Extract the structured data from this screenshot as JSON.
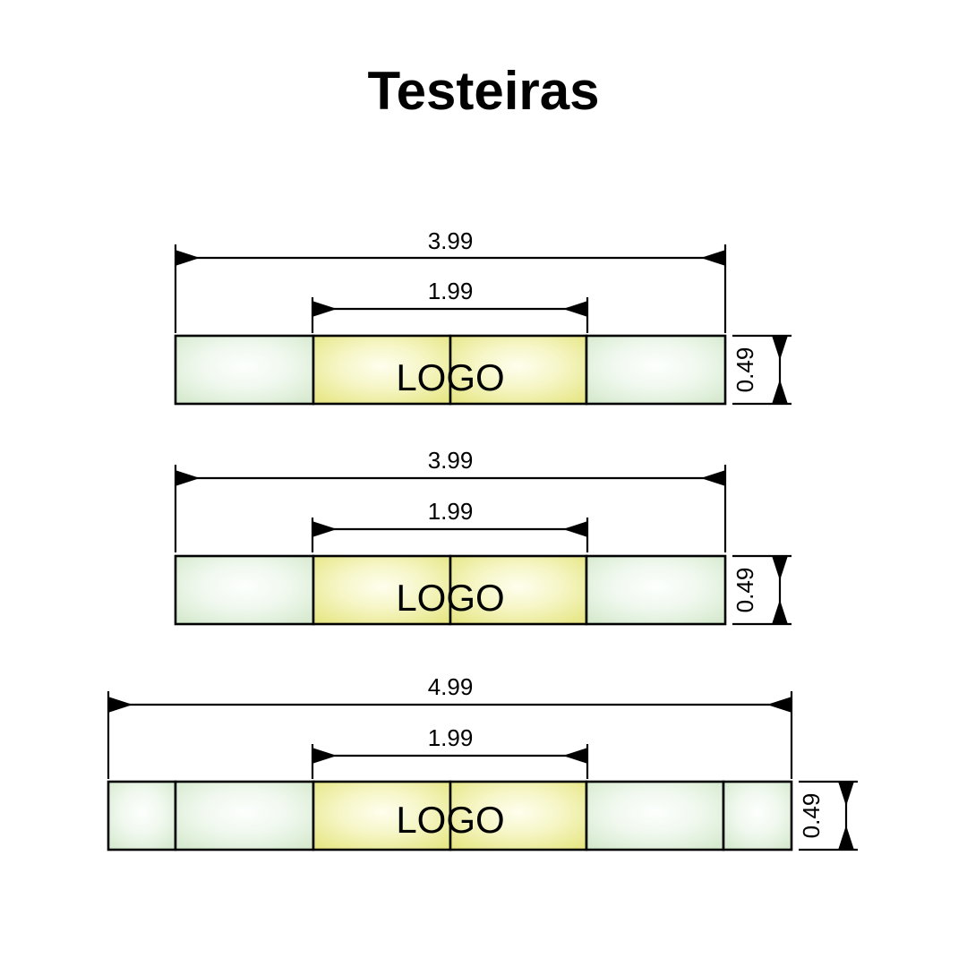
{
  "page": {
    "title": "Testeiras",
    "background_color": "#ffffff"
  },
  "style": {
    "line_color": "#000000",
    "green_fill_edge": "#d8ebd2",
    "green_fill_center": "#fbfefb",
    "yellow_fill_edge": "#e9e98c",
    "yellow_fill_center": "#fdfde8",
    "text_color": "#000000"
  },
  "chart_data": {
    "type": "diagram",
    "title": "Testeiras",
    "units": "",
    "assemblies": [
      {
        "name": "assembly-1",
        "overall_length_label": "3.99",
        "logo_span_label": "1.99",
        "height_label": "0.49",
        "logo_text": "LOGO",
        "segments": [
          {
            "fill": "green",
            "width_fraction": 0.251
          },
          {
            "fill": "yellow",
            "width_fraction": 0.25
          },
          {
            "fill": "yellow",
            "width_fraction": 0.248
          },
          {
            "fill": "green",
            "width_fraction": 0.251
          }
        ]
      },
      {
        "name": "assembly-2",
        "overall_length_label": "3.99",
        "logo_span_label": "1.99",
        "height_label": "0.49",
        "logo_text": "LOGO",
        "segments": [
          {
            "fill": "green",
            "width_fraction": 0.251
          },
          {
            "fill": "yellow",
            "width_fraction": 0.25
          },
          {
            "fill": "yellow",
            "width_fraction": 0.248
          },
          {
            "fill": "green",
            "width_fraction": 0.251
          }
        ]
      },
      {
        "name": "assembly-3",
        "overall_length_label": "4.99",
        "logo_span_label": "1.99",
        "height_label": "0.49",
        "logo_text": "LOGO",
        "segments": [
          {
            "fill": "green",
            "width_fraction": 0.098
          },
          {
            "fill": "green",
            "width_fraction": 0.203
          },
          {
            "fill": "yellow",
            "width_fraction": 0.2
          },
          {
            "fill": "yellow",
            "width_fraction": 0.199
          },
          {
            "fill": "green",
            "width_fraction": 0.2
          },
          {
            "fill": "green",
            "width_fraction": 0.1
          }
        ]
      }
    ]
  }
}
